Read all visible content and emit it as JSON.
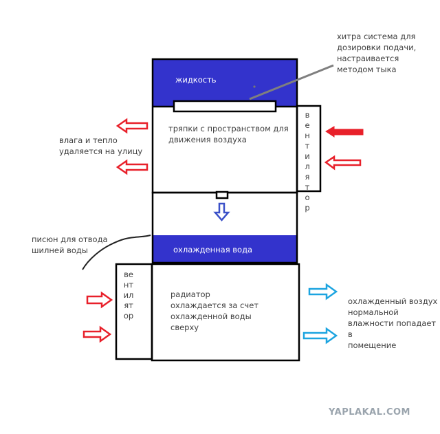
{
  "labels": {
    "dispenser_note": "хитра система для\nдозировки подачи,\nнастраивается\nметодом тыка",
    "liquid": "жидкость",
    "rags": "тряпки с пространством для\nдвижения воздуха",
    "moisture_out": "влага и тепло\nудаляется на улицу",
    "fan_right": "в\nе\nн\nт\nи\nл\nя\nт\nо\nр",
    "drain_note": "писюн для отвода\nшилней воды",
    "cooled_water": "охлажденная вода",
    "fan_left": "ве\nнт\nил\nят\nор",
    "radiator": "радиатор\nохлаждается за счет\nохлажденной воды\nсверху",
    "air_out": "охлажденный воздух\nнормальной\nвлажности попадает в\nпомещение"
  },
  "watermark": "YAPLAKAL.COM",
  "colors": {
    "blue_fill": "#3333cc",
    "red_arrow": "#e8202a",
    "cyan_arrow": "#1ca4e0",
    "down_arrow": "#3a50c8",
    "pointer_line": "#7f7f7f"
  }
}
